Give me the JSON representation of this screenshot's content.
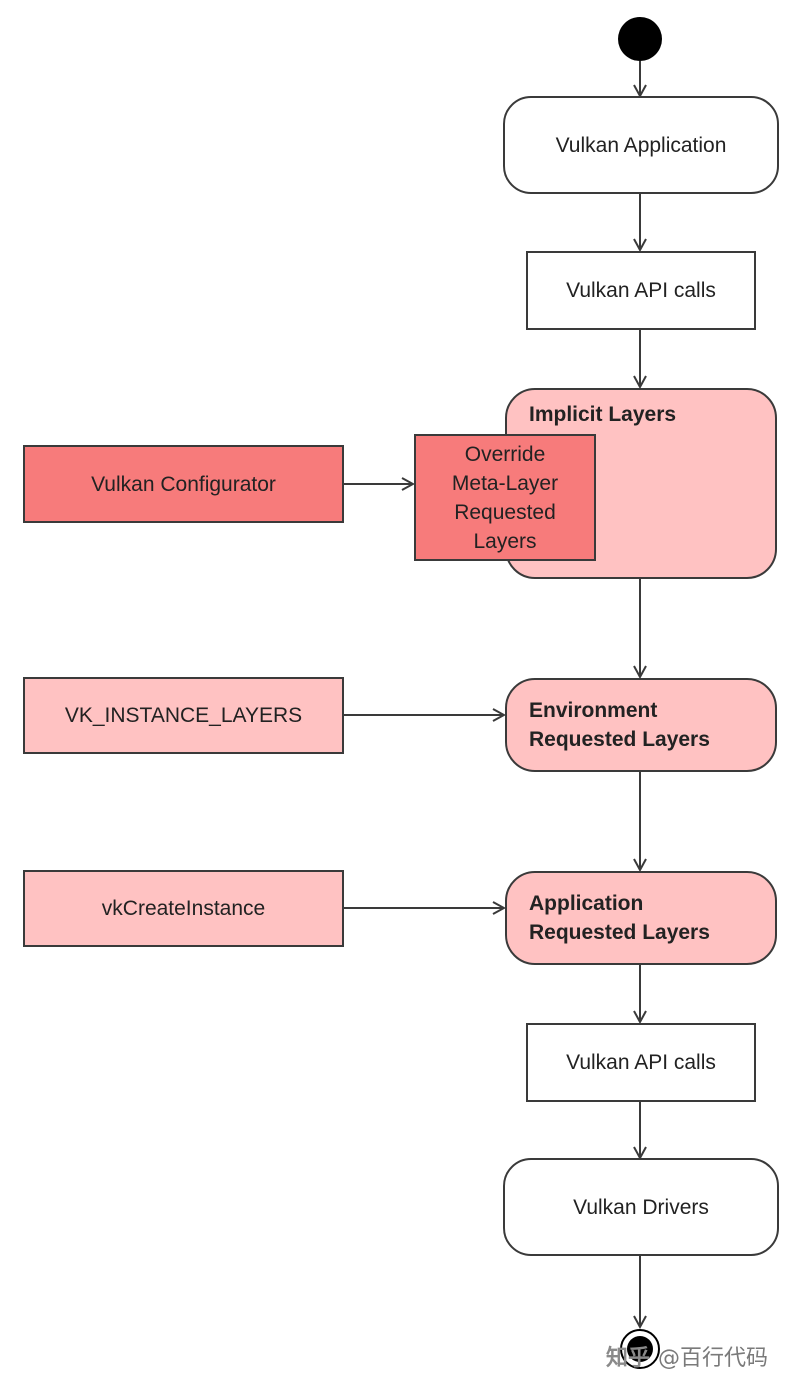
{
  "nodes": {
    "vulkan_application": "Vulkan Application",
    "api_calls_top": "Vulkan API calls",
    "implicit_layers": "Implicit Layers",
    "override_meta_layer": "Override\nMeta-Layer\nRequested\nLayers",
    "vulkan_configurator": "Vulkan Configurator",
    "vk_instance_layers": "VK_INSTANCE_LAYERS",
    "environment_layers": "Environment\nRequested Layers",
    "vk_create_instance": "vkCreateInstance",
    "application_layers": "Application\nRequested Layers",
    "api_calls_bottom": "Vulkan API calls",
    "vulkan_drivers": "Vulkan Drivers"
  },
  "watermark": {
    "brand": "知乎",
    "handle": "@百行代码"
  },
  "colors": {
    "line": "#3a3a3a",
    "layer_fill": "#ffc2c2",
    "configurator_fill": "#f77b7b"
  }
}
